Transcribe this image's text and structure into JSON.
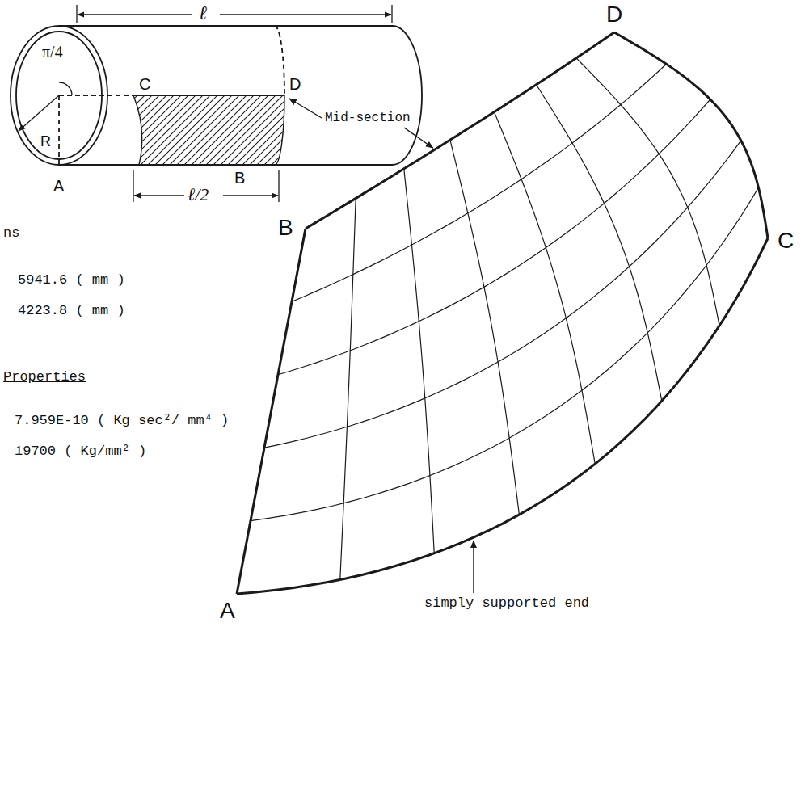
{
  "diagram": {
    "labels": [
      "ℓ",
      "π/4",
      "C",
      "D",
      "R",
      "D",
      "Mid-section",
      "A",
      "B",
      "ℓ/2",
      "ns",
      "5941.6 ( mm )",
      "4223.8 ( mm )",
      "B",
      "C",
      "Properties",
      "7.959E-10 ( Kg sec²/ mm⁴ )",
      "19700 ( Kg/mm² )",
      "A",
      "simply supported end"
    ]
  }
}
